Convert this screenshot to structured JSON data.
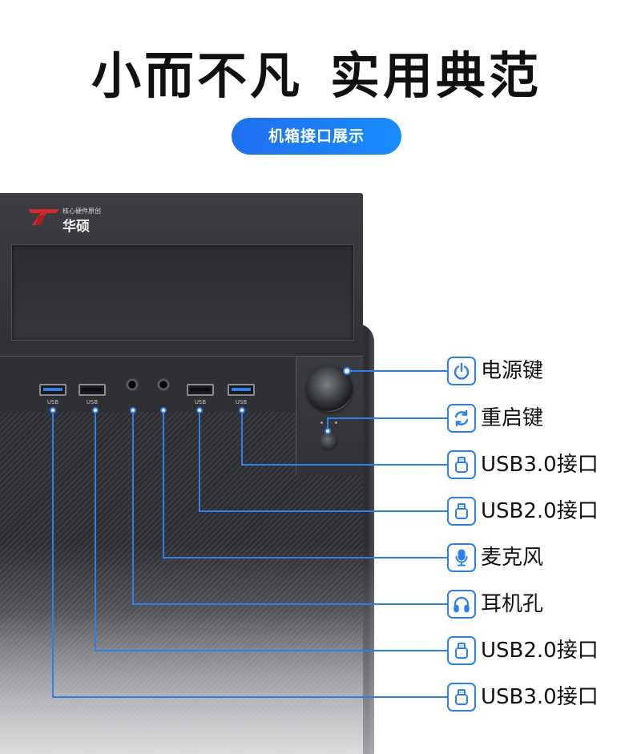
{
  "headline": {
    "part1": "小而不凡",
    "part2": "实用典范"
  },
  "badge": "机箱接口展示",
  "brand": {
    "tagline": "核心硬件原创",
    "name": "华硕"
  },
  "ports": {
    "usb_label": "USB"
  },
  "callouts": [
    {
      "label": "电源键",
      "icon": "power-icon"
    },
    {
      "label": "重启键",
      "icon": "restart-icon"
    },
    {
      "label": "USB3.0接口",
      "icon": "usb-icon"
    },
    {
      "label": "USB2.0接口",
      "icon": "usb-icon"
    },
    {
      "label": "麦克风",
      "icon": "microphone-icon"
    },
    {
      "label": "耳机孔",
      "icon": "headphone-icon"
    },
    {
      "label": "USB2.0接口",
      "icon": "usb-icon"
    },
    {
      "label": "USB3.0接口",
      "icon": "usb-icon"
    }
  ],
  "colors": {
    "accent": "#2b7ff0",
    "usb3": "#2f7fe8",
    "chassis": "#34363a"
  }
}
